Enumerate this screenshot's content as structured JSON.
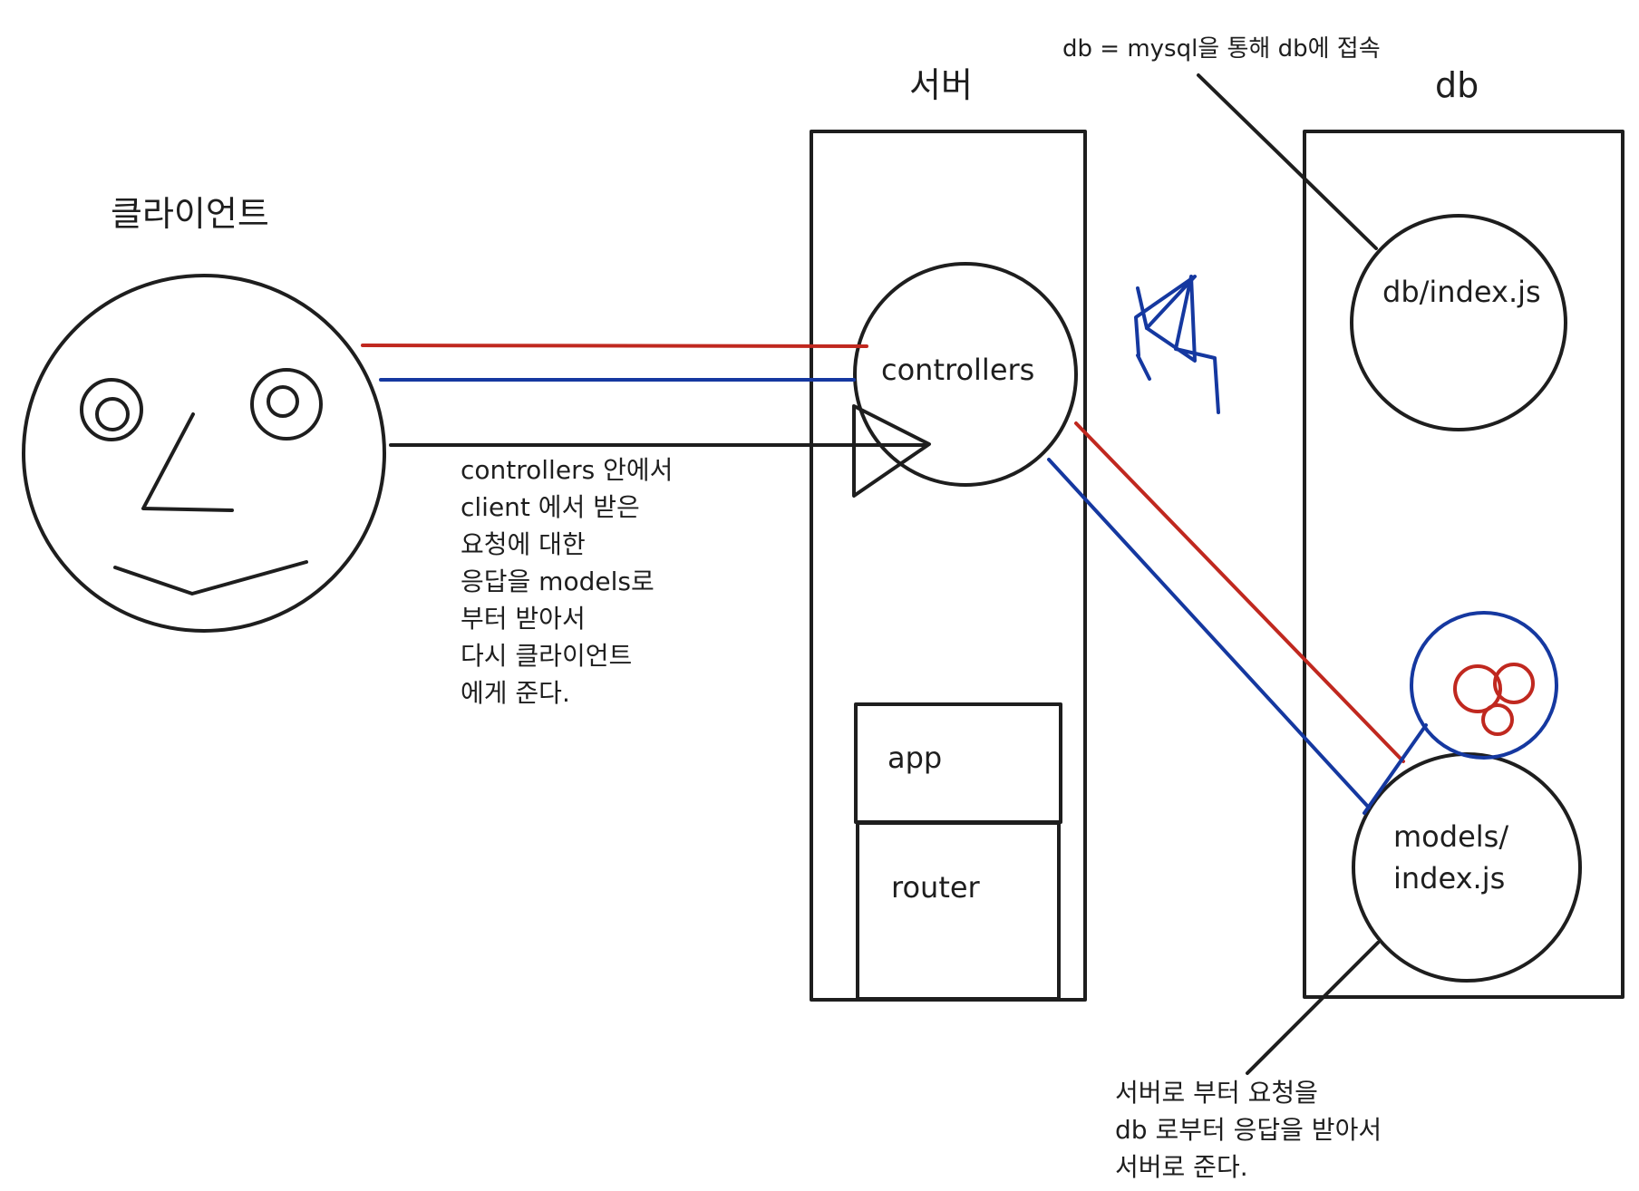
{
  "labels": {
    "client": "클라이언트",
    "server": "서버",
    "db": "db",
    "controllers": "controllers",
    "app": "app",
    "router": "router",
    "db_index": "db/index.js",
    "models_index": "models/\nindex.js",
    "db_note": "db = mysql을 통해 db에 접속",
    "controllers_note": "controllers 안에서\nclient 에서 받은\n요청에 대한\n응답을 models로\n부터 받아서\n다시 클라이언트\n에게 준다.",
    "models_note": "서버로 부터 요청을\ndb 로부터 응답을 받아서\n서버로 준다."
  },
  "colors": {
    "stroke": "#1e1e1e",
    "red": "#c0281f",
    "blue": "#1538a0"
  }
}
